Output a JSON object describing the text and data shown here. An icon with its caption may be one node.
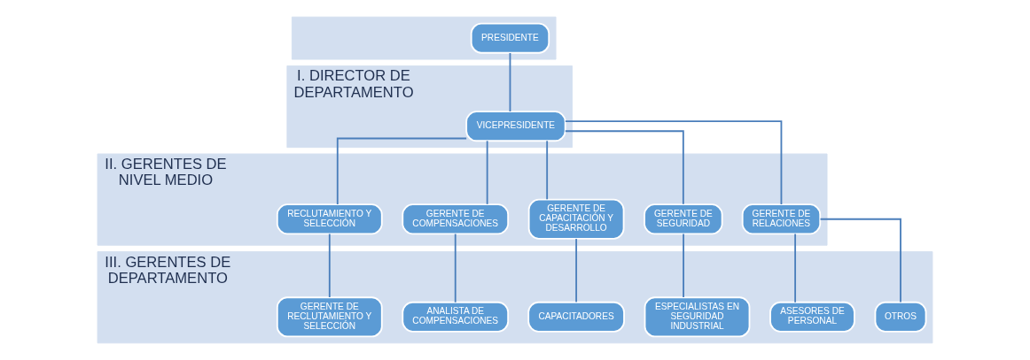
{
  "diagram": {
    "nodes": [
      {
        "text": [],
        "shape": "bar"
      },
      {
        "text": [
          "PRESIDENTE"
        ],
        "in": 0
      },
      {
        "text": [
          "I. DIRECTOR DE DEPARTAMENTO"
        ]
      },
      {
        "text": [
          "VICEPRESIDENTE"
        ],
        "in": 2
      },
      {
        "text": [
          "II. GERENTES DE NIVEL MEDIO"
        ]
      },
      {
        "text": [
          "RECLUTAMIENTO Y SELECCIÓN"
        ],
        "in": 4
      },
      {
        "text": [
          "GERENTE DE COMPENSACIONES"
        ],
        "in": 4
      },
      {
        "text": [
          "GERENTE DE CAPACITACIÓN Y DESARROLLO"
        ],
        "in": 4
      },
      {
        "text": [
          "GERENTE DE SEGURIDAD"
        ],
        "in": 4
      },
      {
        "text": [
          "GERENTE DE RELACIONES"
        ],
        "in": 4
      },
      {
        "text": [
          "III. GERENTES DE DEPARTAMENTO"
        ]
      },
      {
        "text": [
          "GERENTE DE RECLUTAMIENTO Y SELECCIÓN"
        ],
        "in": 10
      },
      {
        "text": [
          "ANALISTA DE COMPENSACIONES"
        ],
        "in": 10
      },
      {
        "text": [
          "CAPACITADORES"
        ],
        "in": 10
      },
      {
        "text": [
          "ESPECIALISTAS EN SEGURIDAD INDUSTRIAL"
        ],
        "in": 10
      },
      {
        "text": [
          "ASESORES DE PERSONAL"
        ],
        "in": 10
      },
      {
        "text": [
          "OTROS"
        ],
        "in": 10
      }
    ],
    "edges": [
      {
        "from": 1,
        "to": 3,
        "arrow": "none"
      },
      {
        "from": 3,
        "to": 5,
        "arrow": "none"
      },
      {
        "from": 3,
        "to": 6,
        "arrow": "none"
      },
      {
        "from": 3,
        "to": 7,
        "arrow": "none"
      },
      {
        "from": 3,
        "to": 8,
        "arrow": "none"
      },
      {
        "from": 3,
        "to": 9,
        "arrow": "none"
      },
      {
        "from": 5,
        "to": 11,
        "arrow": "none"
      },
      {
        "from": 6,
        "to": 12,
        "arrow": "none"
      },
      {
        "from": 7,
        "to": 13,
        "arrow": "none"
      },
      {
        "from": 8,
        "to": 14,
        "arrow": "none"
      },
      {
        "from": 9,
        "to": 15,
        "arrow": "none"
      },
      {
        "from": 9,
        "to": 16,
        "arrow": "none"
      }
    ]
  }
}
